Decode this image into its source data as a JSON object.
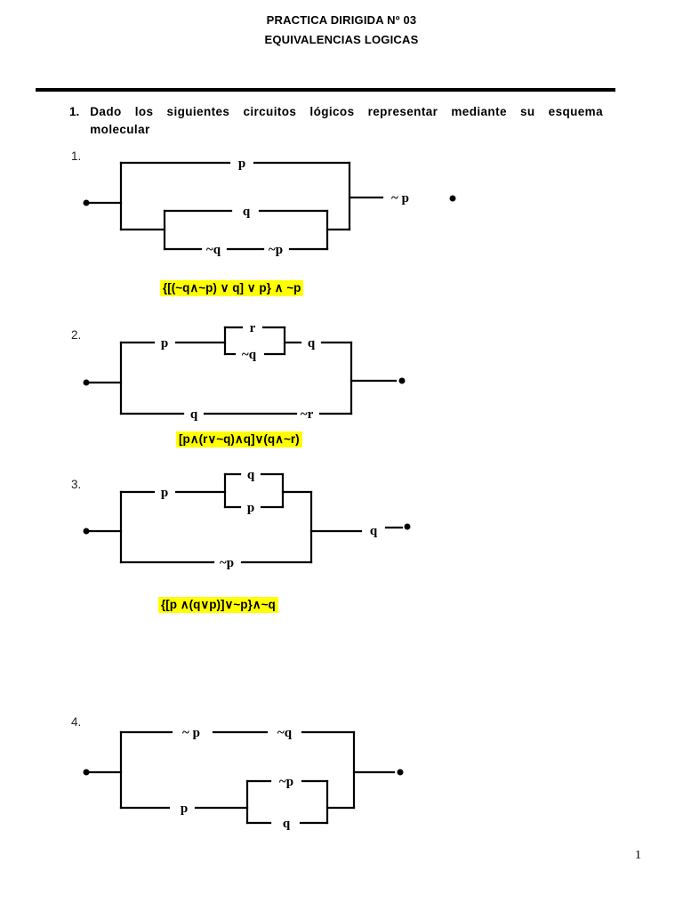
{
  "header": {
    "line1": "PRACTICA DIRIGIDA Nº 03",
    "line2": "EQUIVALENCIAS LOGICAS"
  },
  "instruction": {
    "number": "1.",
    "text": "Dado los siguientes circuitos lógicos representar mediante su esquema molecular"
  },
  "colors": {
    "highlight": "#FFFF00",
    "ink": "#000000"
  },
  "circuits": [
    {
      "number": "1.",
      "labels": {
        "p_top": "p",
        "q_mid": "q",
        "nq": "~q",
        "np": "~p",
        "out": "~ p"
      },
      "formula": "{[(~q∧~p) ∨ q] ∨ p} ∧ ~p"
    },
    {
      "number": "2.",
      "labels": {
        "p": "p",
        "r": "r",
        "nq": "~q",
        "q_top": "q",
        "q_bottom": "q",
        "nr": "~r"
      },
      "formula": "[p∧(r∨~q)∧q]∨(q∧~r)"
    },
    {
      "number": "3.",
      "labels": {
        "p_top": "p",
        "q_inner": "q",
        "p_inner": "p",
        "np": "~p",
        "q_out": "q"
      },
      "formula": "{[p ∧(q∨p)]∨~p}∧~q"
    },
    {
      "number": "4.",
      "labels": {
        "np_top": "~ p",
        "nq_top": "~q",
        "p_bottom": "p",
        "np_inner": "~p",
        "q_inner": "q"
      }
    }
  ],
  "page_number": "1"
}
